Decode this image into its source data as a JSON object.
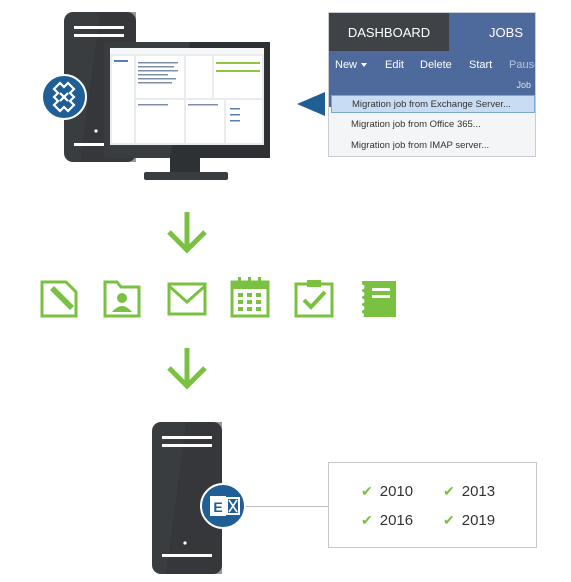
{
  "menu": {
    "tabs": [
      "DASHBOARD",
      "JOBS"
    ],
    "toolbar": [
      "New",
      "Edit",
      "Delete",
      "Start",
      "Pause"
    ],
    "toolbar_sub": "Job",
    "items": [
      "Migration job from Exchange Server...",
      "Migration job from Office 365...",
      "Migration job from IMAP server..."
    ]
  },
  "data_icons": [
    "note-icon",
    "contact-icon",
    "mail-icon",
    "calendar-icon",
    "task-icon",
    "notebook-icon"
  ],
  "years": [
    "2010",
    "2013",
    "2016",
    "2019"
  ],
  "colors": {
    "green": "#7ac142",
    "server": "#3a3d40",
    "brand_blue": "#1f5f96",
    "menu_blue": "#4e6a9c",
    "menu_dark": "#3f4347"
  }
}
